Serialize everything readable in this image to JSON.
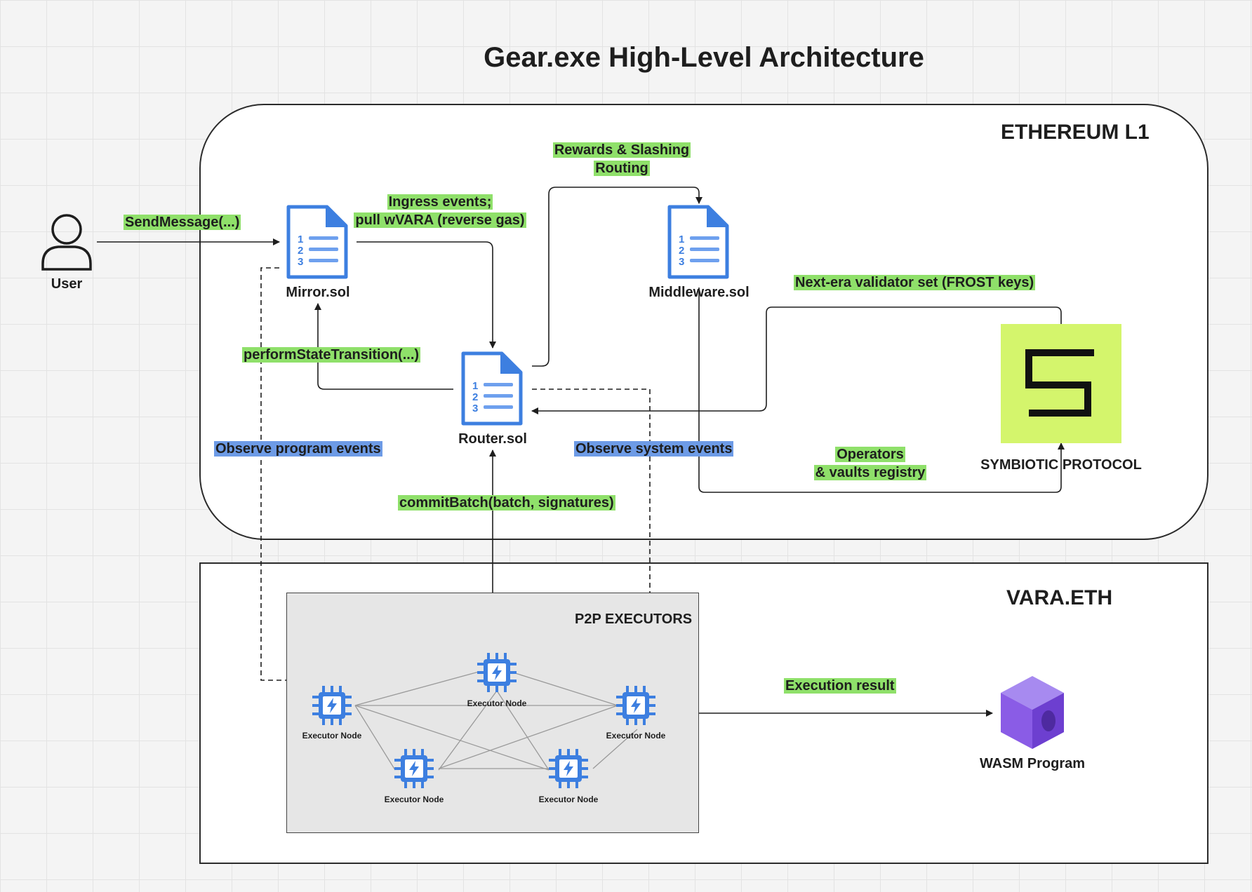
{
  "title": "Gear.exe High-Level Architecture",
  "regions": {
    "ethereum": "ETHEREUM L1",
    "vara": "VARA.ETH",
    "p2p": "P2P EXECUTORS"
  },
  "nodes": {
    "user": "User",
    "mirror": "Mirror.sol",
    "router": "Router.sol",
    "middleware": "Middleware.sol",
    "symbiotic": "SYMBIOTIC PROTOCOL",
    "wasm": "WASM Program",
    "executors": [
      "Executor Node",
      "Executor Node",
      "Executor Node",
      "Executor Node",
      "Executor Node"
    ]
  },
  "edge_labels": {
    "send_message": "SendMessage(...)",
    "ingress_line1": "Ingress events;",
    "ingress_line2": "pull wVARA (reverse gas)",
    "rewards_line1": "Rewards & Slashing",
    "rewards_line2": "Routing",
    "next_era": "Next-era validator set (FROST keys)",
    "perform_state": "performStateTransition(...)",
    "observe_program": "Observe program events",
    "observe_system": "Observe system events",
    "operators_line1": "Operators",
    "operators_line2": "& vaults registry",
    "commit_batch": "commitBatch(batch, signatures)",
    "execution_result": "Execution result"
  },
  "colors": {
    "label_green": "#8fe06a",
    "label_blue": "#6d9be6",
    "document_blue": "#3d7fe0",
    "symbiotic_lime": "#d4f56c",
    "wasm_purple": "#8a5ce6"
  }
}
